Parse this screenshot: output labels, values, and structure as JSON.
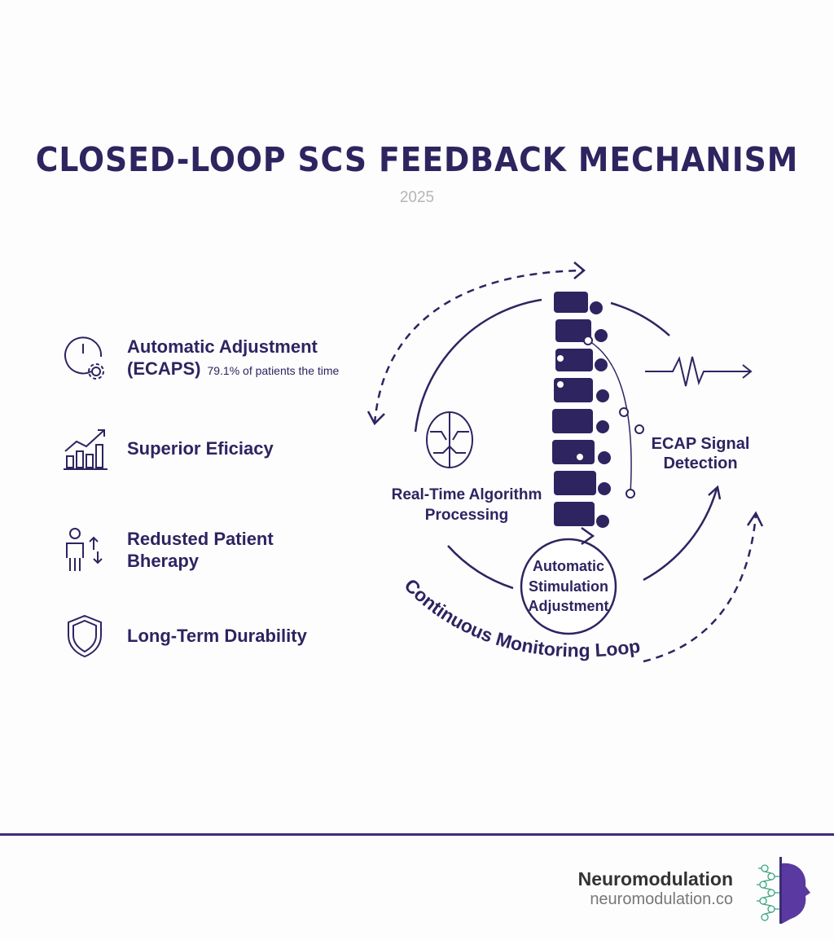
{
  "title": "CLOSED-LOOP SCS FEEDBACK MECHANISM",
  "year": "2025",
  "features": [
    {
      "icon": "clock-gear-icon",
      "label": "Automatic Adjustment",
      "label2": "(ECAPS)",
      "note": "79.1% of patients the time"
    },
    {
      "icon": "bar-chart-growth-icon",
      "label": "Superior Eficiacy"
    },
    {
      "icon": "person-arrows-icon",
      "label": "Redusted Patient",
      "label2": "Bherapy"
    },
    {
      "icon": "shield-icon",
      "label": "Long-Term Durability"
    }
  ],
  "diagram": {
    "algorithm_label": "Real-Time Algorithm",
    "algorithm_label2": "Processing",
    "ecap_label": "ECAP Signal",
    "ecap_label2": "Detection",
    "stim_label": "Automatic",
    "stim_label2": "Stimulation",
    "stim_label3": "Adjustment",
    "loop_label": "Continuous Monitoring Loop"
  },
  "brand": {
    "name": "Neuromodulation",
    "url": "neuromodulation.co"
  },
  "colors": {
    "primary": "#2e2460",
    "accent": "#3d2b7a",
    "muted": "#b5b5b8",
    "logo_green": "#3aa57a"
  }
}
